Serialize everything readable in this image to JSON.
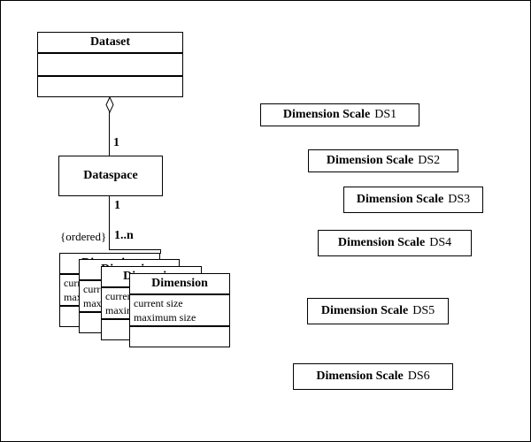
{
  "classes": {
    "dataset": {
      "name": "Dataset"
    },
    "dataspace": {
      "name": "Dataspace"
    },
    "dimension": {
      "name": "Dimension",
      "attributes": [
        "current size",
        "maximum size"
      ]
    }
  },
  "relations": {
    "dataset_dataspace": {
      "multiplicity": "1"
    },
    "dataspace_dimension": {
      "multiplicity_parent": "1",
      "constraint": "{ordered}",
      "multiplicity_child": "1..n"
    }
  },
  "dimension_scales": [
    {
      "title": "Dimension Scale",
      "id": "DS1"
    },
    {
      "title": "Dimension Scale",
      "id": "DS2"
    },
    {
      "title": "Dimension Scale",
      "id": "DS3"
    },
    {
      "title": "Dimension Scale",
      "id": "DS4"
    },
    {
      "title": "Dimension Scale",
      "id": "DS5"
    },
    {
      "title": "Dimension Scale",
      "id": "DS6"
    }
  ],
  "colors": {
    "line": "#000000",
    "text": "#000000",
    "box_fill": "#ffffff",
    "background": "#ffffff"
  }
}
